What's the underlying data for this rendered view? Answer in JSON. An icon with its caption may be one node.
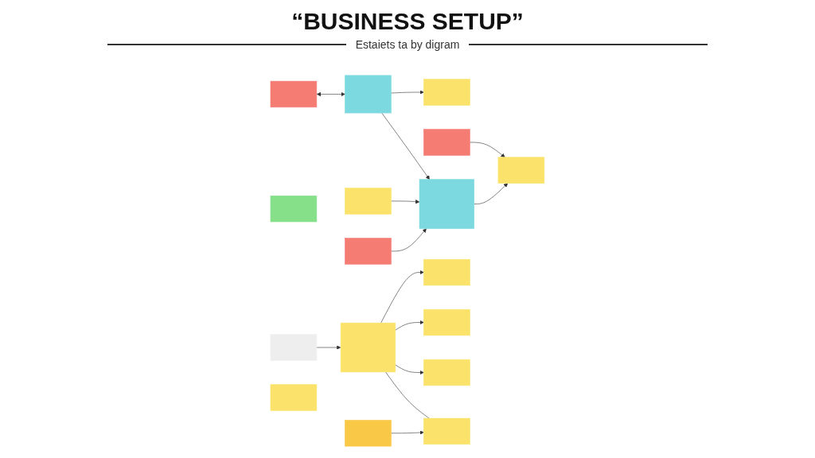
{
  "diagram": {
    "title": "“BUSINESS SETUP”",
    "nodes": [
      {
        "text": [],
        "shape": "box"
      },
      {
        "text": [],
        "shape": "box"
      },
      {
        "text": [],
        "shape": "box"
      },
      {
        "text": [],
        "shape": "box"
      },
      {
        "text": [],
        "shape": "box"
      },
      {
        "text": [],
        "shape": "box"
      },
      {
        "text": [],
        "shape": "box"
      },
      {
        "text": [],
        "shape": "box"
      },
      {
        "text": [],
        "shape": "box"
      },
      {
        "text": [],
        "shape": "box"
      },
      {
        "text": [],
        "shape": "box"
      },
      {
        "text": [],
        "shape": "box"
      },
      {
        "text": [],
        "shape": "box"
      },
      {
        "text": [],
        "shape": "box"
      },
      {
        "text": [],
        "shape": "box"
      },
      {
        "text": [],
        "shape": "box"
      },
      {
        "text": [],
        "shape": "box"
      }
    ],
    "edges": [
      {
        "from": 0,
        "to": 5,
        "arrow": "both"
      },
      {
        "from": 5,
        "to": 8,
        "arrow": "to"
      },
      {
        "from": 6,
        "to": 8,
        "arrow": "to"
      },
      {
        "from": 7,
        "to": 9,
        "arrow": "to"
      },
      {
        "from": 9,
        "to": 11,
        "arrow": "to"
      },
      {
        "from": 9,
        "to": 12,
        "arrow": "to"
      },
      {
        "from": 9,
        "to": 13,
        "arrow": "to"
      },
      {
        "from": 9,
        "to": 14,
        "arrow": "none"
      },
      {
        "from": 15,
        "to": 14,
        "arrow": "to"
      },
      {
        "from": 5,
        "to": 2,
        "arrow": "to"
      },
      {
        "from": 3,
        "to": 10,
        "arrow": "to"
      },
      {
        "from": 4,
        "to": 8,
        "arrow": "to"
      },
      {
        "from": 8,
        "to": 10,
        "arrow": "to"
      }
    ],
    "labels": [
      "Estaiets ta by digram"
    ]
  }
}
